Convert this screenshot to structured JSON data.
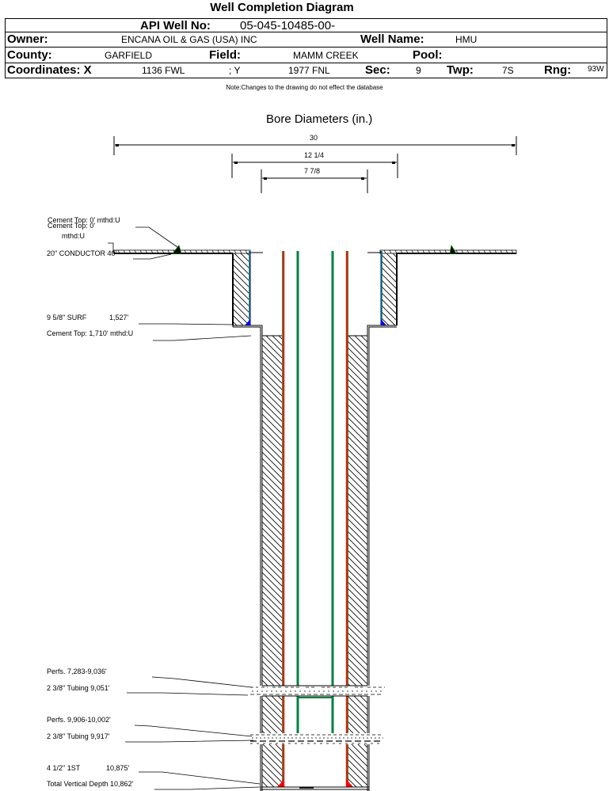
{
  "title": "Well Completion Diagram",
  "header": {
    "api_label": "API Well No:",
    "api_value": "05-045-10485-00-",
    "owner_label": "Owner:",
    "owner_value": "ENCANA OIL & GAS (USA) INC",
    "well_name_label": "Well Name:",
    "well_name_value": "HMU",
    "county_label": "County:",
    "county_value": "GARFIELD",
    "field_label": "Field:",
    "field_value": "MAMM CREEK",
    "pool_label": "Pool:",
    "pool_value": "",
    "coords_x_label": "Coordinates: X",
    "coords_x_value": "1136 FWL",
    "coords_y_label": "; Y",
    "coords_y_value": "1977 FNL",
    "sec_label": "Sec:",
    "sec_value": "9",
    "twp_label": "Twp:",
    "twp_value": "7S",
    "rng_label": "Rng:",
    "rng_value": "93W"
  },
  "note": "Note:Changes to the drawing do not effect the database",
  "bore_diameters": {
    "title": "Bore Diameters (in.)",
    "items": [
      {
        "label": "30",
        "inches": 30
      },
      {
        "label": "12 1/4",
        "inches": 12.25
      },
      {
        "label": "7 7/8",
        "inches": 7.875
      }
    ]
  },
  "callouts": {
    "cement_top_0_a": "Cement Top: 0' mthd:U",
    "cement_top_0_b": "Cement Top: 0'",
    "cement_top_0_c": "mthd:U",
    "conductor": "20\" CONDUCTOR  40'",
    "surf_casing": "9 5/8\" SURF",
    "surf_depth": "1,527'",
    "cement_top_1710": "Cement Top: 1,710' mthd:U",
    "perfs_1": "Perfs. 7,283-9,036'",
    "tubing_1": "2 3/8\" Tubing 9,051'",
    "perfs_2": "Perfs. 9,906-10,002'",
    "tubing_2": "2 3/8\" Tubing 9,917'",
    "production_casing": "4 1/2\" 1ST",
    "production_depth": "10,875'",
    "tvd": "Total Vertical Depth 10,862'"
  },
  "colors": {
    "production_casing": "#dd2200",
    "tubing": "#008040",
    "surface_casing": "#0000cc",
    "cement_shoe_red": "#ff0000",
    "cement_shoe_blue": "#0000ff"
  }
}
